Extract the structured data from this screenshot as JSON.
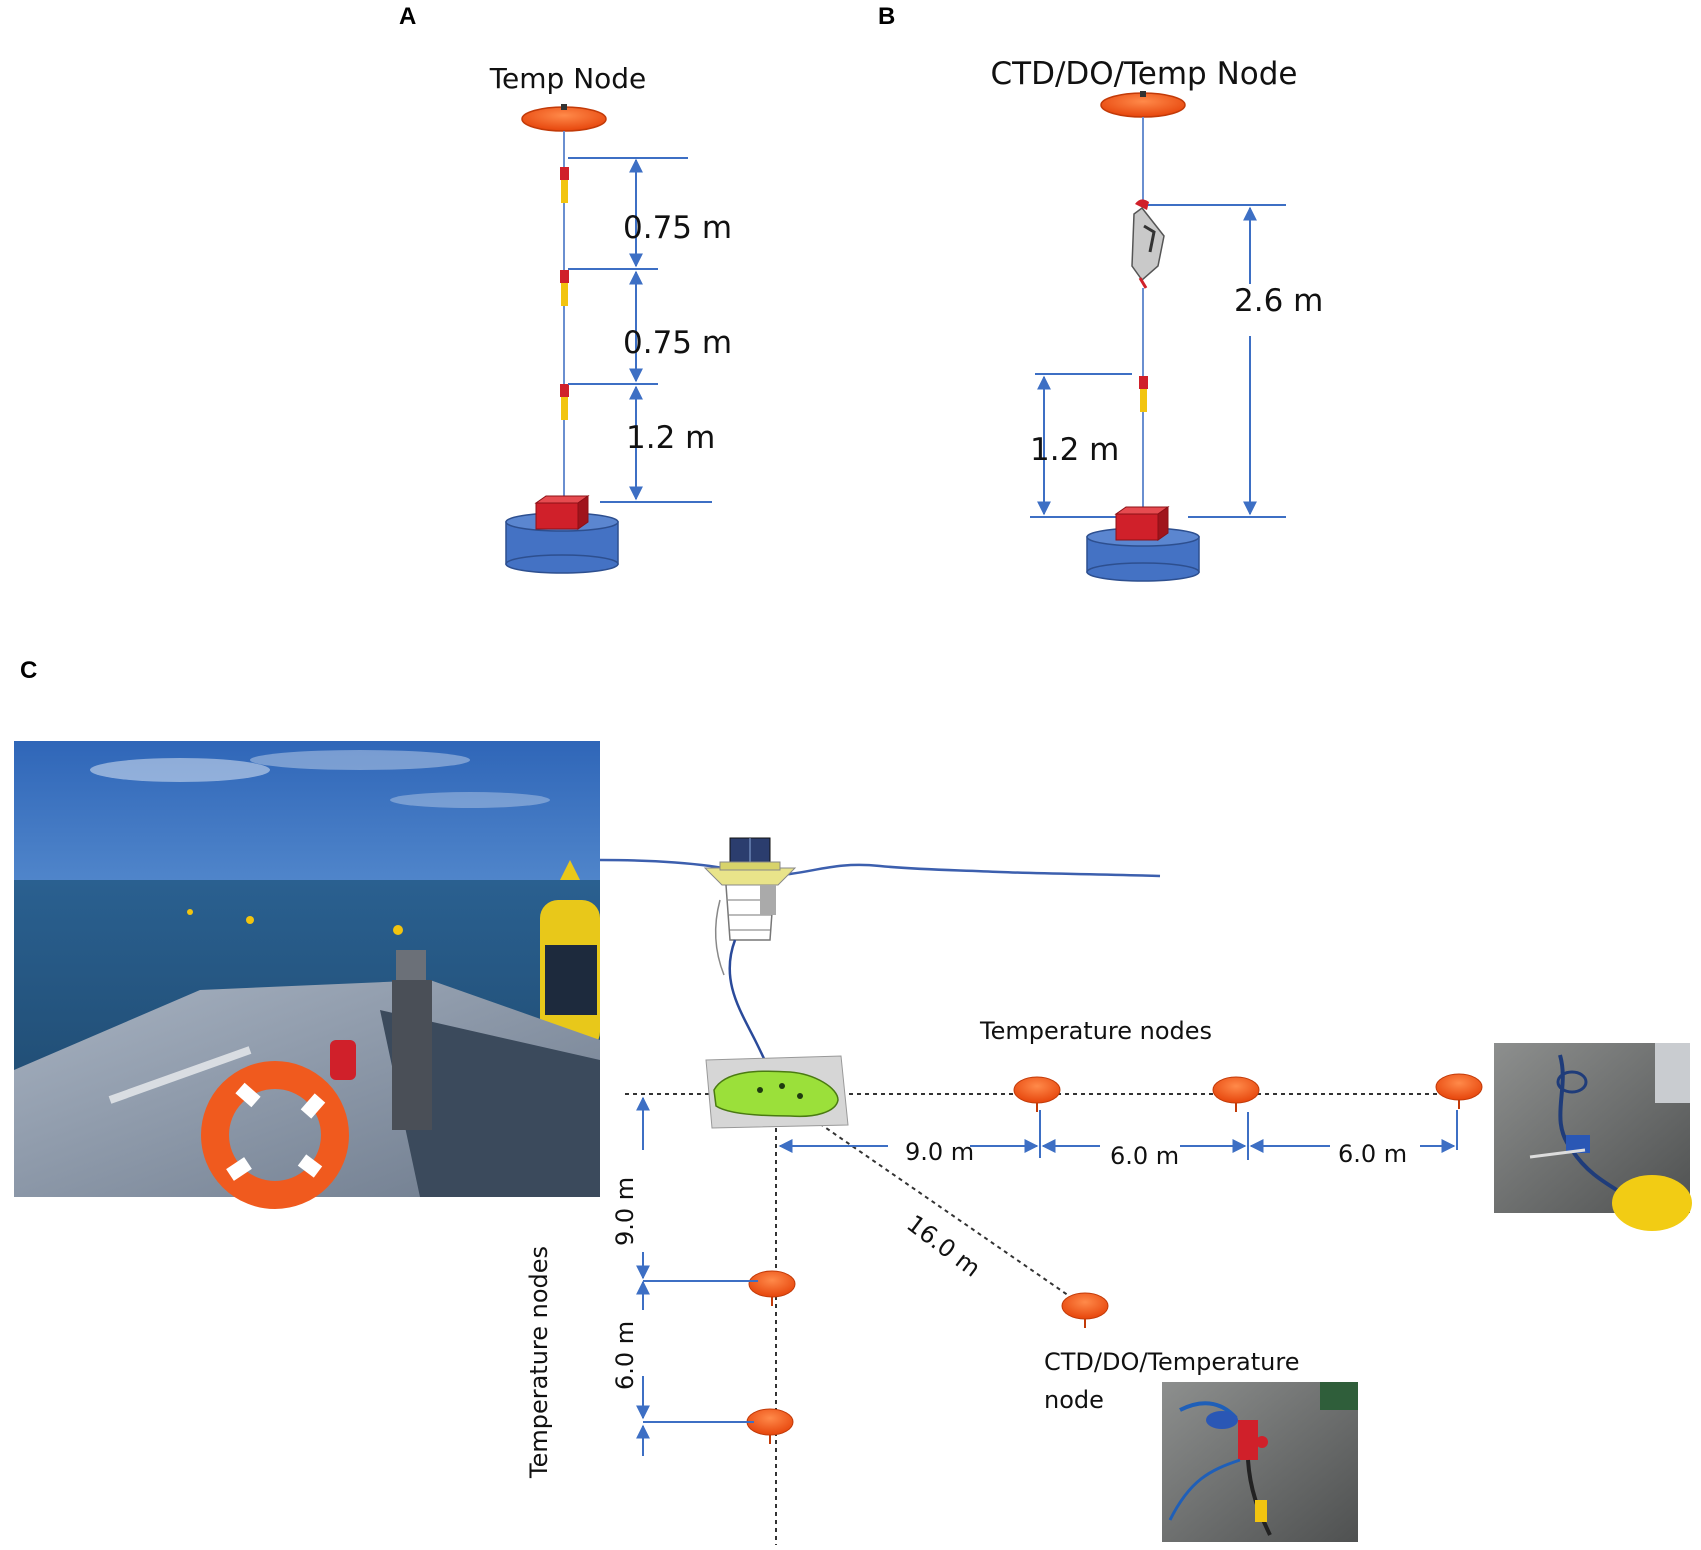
{
  "panels": {
    "a": {
      "letter": "A",
      "title": "Temp Node",
      "dims": [
        "0.75 m",
        "0.75 m",
        "1.2 m"
      ]
    },
    "b": {
      "letter": "B",
      "title": "CTD/DO/Temp Node",
      "dims": [
        "2.6 m",
        "1.2 m"
      ]
    },
    "c": {
      "letter": "C",
      "labels": {
        "temperature_nodes_horizontal": "Temperature nodes",
        "temperature_nodes_vertical": "Temperature nodes",
        "ctd_node_line1": "CTD/DO/Temperature",
        "ctd_node_line2": "node"
      },
      "dims": {
        "h1": "9.0 m",
        "h2": "6.0 m",
        "h3": "6.0 m",
        "v1": "9.0 m",
        "v2": "6.0 m",
        "diag": "16.0 m"
      }
    }
  },
  "colors": {
    "buoy_orange": "#f25a1a",
    "dim_blue": "#3d6fc4",
    "base_blue": "#4472c4",
    "block_red": "#d0202a",
    "frame_green": "#9be03a"
  }
}
